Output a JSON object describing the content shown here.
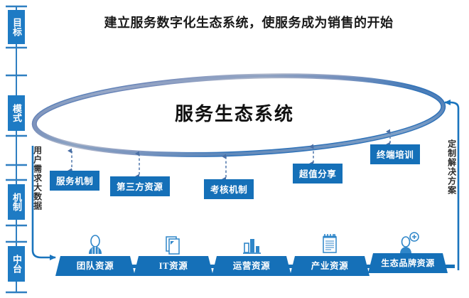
{
  "title": "建立服务数字化生态系统，使服务成为销售的开始",
  "stages": [
    {
      "label": "目标",
      "name": "stage-goal"
    },
    {
      "label": "模式",
      "name": "stage-mode"
    },
    {
      "label": "机制",
      "name": "stage-mechanism"
    },
    {
      "label": "中台",
      "name": "stage-midplatform"
    }
  ],
  "ellipse": {
    "label": "服务生态系统",
    "stroke_color": "#2f72b8",
    "fade_color": "#b9bfd0"
  },
  "side_labels": {
    "left": "用户需求大数据",
    "right": "定制解决方案"
  },
  "mechanisms": [
    {
      "label": "服务机制",
      "name": "mechanism-service"
    },
    {
      "label": "第三方资源",
      "name": "mechanism-third-party"
    },
    {
      "label": "考核机制",
      "name": "mechanism-assessment"
    },
    {
      "label": "超值分享",
      "name": "mechanism-value-sharing"
    },
    {
      "label": "终端培训",
      "name": "mechanism-terminal-training"
    }
  ],
  "resources": [
    {
      "label": "团队资源",
      "icon": "user-icon",
      "name": "resource-team"
    },
    {
      "label": "IT资源",
      "icon": "document-icon",
      "name": "resource-it"
    },
    {
      "label": "运营资源",
      "icon": "bar-chart-icon",
      "name": "resource-operations"
    },
    {
      "label": "产业资源",
      "icon": "notebook-icon",
      "name": "resource-industry"
    },
    {
      "label": "生态品牌资源",
      "icon": "add-user-icon",
      "name": "resource-eco-brand"
    }
  ],
  "colors": {
    "primary_blue": "#1570b8",
    "rail_blue": "#2f7fc1",
    "ellipse_blue": "#2f72b8",
    "arrow_blue": "#1a74bd"
  }
}
